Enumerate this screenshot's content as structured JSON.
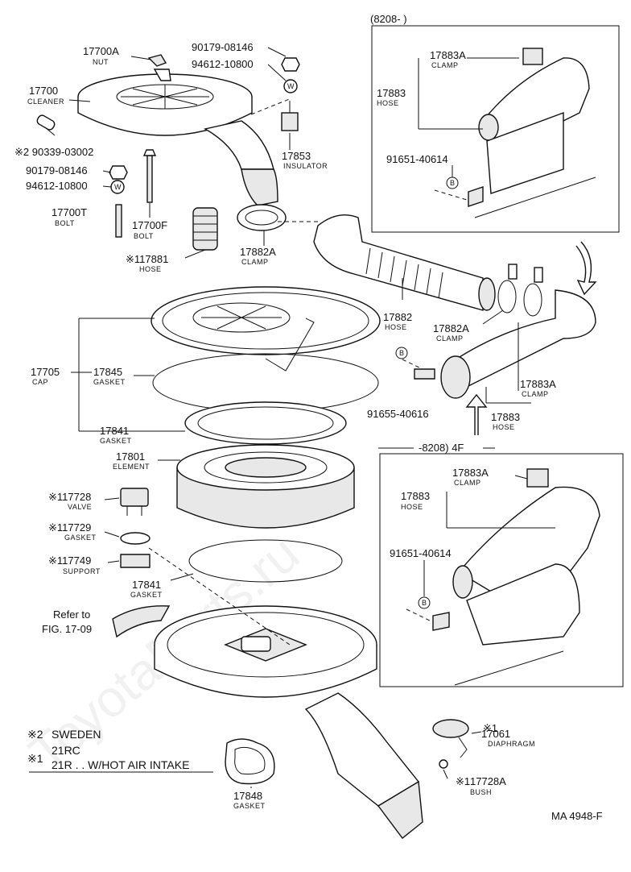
{
  "parts": [
    {
      "num": "17700A",
      "name": "NUT"
    },
    {
      "num": "17700",
      "name": "CLEANER"
    },
    {
      "num": "※2 90339-03002",
      "name": ""
    },
    {
      "num": "90179-08146",
      "name": ""
    },
    {
      "num": "94612-10800",
      "name": ""
    },
    {
      "num": "17700T",
      "name": "BOLT"
    },
    {
      "num": "17700F",
      "name": "BOLT"
    },
    {
      "num": "※117881",
      "name": "HOSE"
    },
    {
      "num": "17882A",
      "name": "CLAMP"
    },
    {
      "num": "90179-08146",
      "name": ""
    },
    {
      "num": "94612-10800",
      "name": ""
    },
    {
      "num": "17853",
      "name": "INSULATOR"
    },
    {
      "num": "17705",
      "name": "CAP"
    },
    {
      "num": "17845",
      "name": "GASKET"
    },
    {
      "num": "17841",
      "name": "GASKET"
    },
    {
      "num": "17801",
      "name": "ELEMENT"
    },
    {
      "num": "※117728",
      "name": "VALVE"
    },
    {
      "num": "※117729",
      "name": "GASKET"
    },
    {
      "num": "※117749",
      "name": "SUPPORT"
    },
    {
      "num": "17841",
      "name": "GASKET"
    },
    {
      "num": "17882",
      "name": "HOSE"
    },
    {
      "num": "17882A",
      "name": "CLAMP"
    },
    {
      "num": "17883A",
      "name": "CLAMP"
    },
    {
      "num": "17883",
      "name": "HOSE"
    },
    {
      "num": "91655-40616",
      "name": ""
    },
    {
      "num": "17883A",
      "name": "CLAMP"
    },
    {
      "num": "17883",
      "name": "HOSE"
    },
    {
      "num": "91651-40614",
      "name": ""
    },
    {
      "num": "17883A",
      "name": "CLAMP"
    },
    {
      "num": "17883",
      "name": "HOSE"
    },
    {
      "num": "91651-40614",
      "name": ""
    },
    {
      "num": "17061",
      "name": "DIAPHRAGM"
    },
    {
      "num": "17728A",
      "name": "BUSH"
    },
    {
      "num": "17848",
      "name": "GASKET"
    }
  ],
  "inset_top_label": "(8208-      )",
  "inset_bottom_label": "-8208) 4F",
  "refer_line1": "Refer to",
  "refer_line2": "FIG. 17-09",
  "legend": {
    "l1_mark": "※2",
    "l1_text": "SWEDEN",
    "l2_mark": "※1",
    "l2_text_a": "21RC",
    "l2_text_b": "21R . . W/HOT AIR INTAKE"
  },
  "figure_code": "MA 4948-F",
  "callouts": {
    "W": "W",
    "B": "B"
  },
  "watermark": "ToyotaParts.ru"
}
